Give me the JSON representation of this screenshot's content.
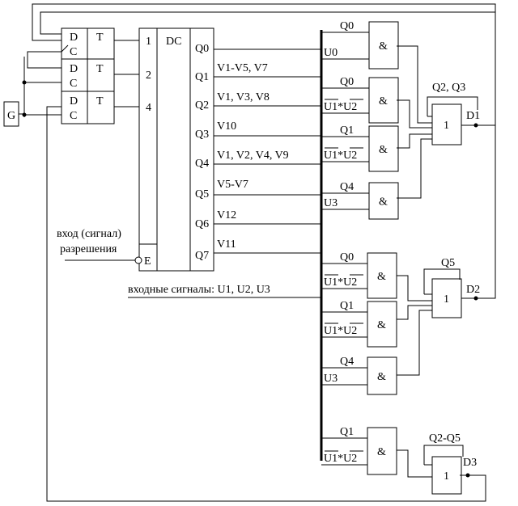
{
  "generator": {
    "label": "G"
  },
  "triggers": [
    {
      "d": "D",
      "c": "C",
      "t": "T"
    },
    {
      "d": "D",
      "c": "C",
      "t": "T"
    },
    {
      "d": "D",
      "c": "C",
      "t": "T"
    }
  ],
  "decoder": {
    "title": "DC",
    "inputs": [
      "1",
      "2",
      "4"
    ],
    "enable": "E",
    "outputs": [
      "Q0",
      "Q1",
      "Q2",
      "Q3",
      "Q4",
      "Q5",
      "Q6",
      "Q7"
    ]
  },
  "enable_label": {
    "line1": "вход (сигнал)",
    "line2": "разрешения"
  },
  "output_signals": [
    "",
    "V1-V5, V7",
    "V1, V3, V8",
    "V10",
    "V1, V2, V4, V9",
    "V5-V7",
    "V12",
    "V11"
  ],
  "input_signals_label": "входные сигналы: U1, U2, U3",
  "and_symbol": "&",
  "or_symbol": "1",
  "gates": [
    {
      "top": "Q0",
      "bottom": "U0"
    },
    {
      "top": "Q0",
      "bottom": "U1*U2"
    },
    {
      "top": "Q1",
      "bottom": "U1*U2"
    },
    {
      "top": "Q4",
      "bottom": "U3"
    },
    {
      "top": "Q0",
      "bottom": "U1*U2"
    },
    {
      "top": "Q1",
      "bottom": "U1*U2"
    },
    {
      "top": "Q4",
      "bottom": "U3"
    },
    {
      "top": "Q1",
      "bottom": "U1*U2"
    }
  ],
  "or_gates": [
    {
      "extra": "Q2, Q3",
      "out": "D1"
    },
    {
      "extra": "Q5",
      "out": "D2"
    },
    {
      "extra": "Q2-Q5",
      "out": "D3"
    }
  ]
}
